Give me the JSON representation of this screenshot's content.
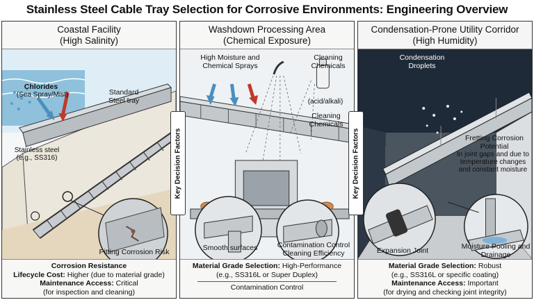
{
  "title": "Stainless Steel Cable Tray Selection for Corrosive Environments: Engineering Overview",
  "side_label": "Key Decision Factors",
  "panels": [
    {
      "heading_line1": "Coastal Facility",
      "heading_line2": "(High Salinity)",
      "labels": {
        "chlorides": "Chlorides",
        "sea_spray": "(Sea Spray/Mist)",
        "standard_tray": "Standard Steel tray",
        "stainless": "Stainless steel",
        "stainless_grade": "(e.g., SS316)",
        "pitting": "Pitting Corrosion Risk"
      },
      "footer": {
        "line1": "Corrosion Resistance",
        "line2_bold": "Lifecycle Cost:",
        "line2_rest": "Higher (due to material grade)",
        "line3_bold": "Maintenance Access:",
        "line3_rest": "Critical",
        "line4": "(for inspection and cleaning)"
      }
    },
    {
      "heading_line1": "Washdown Processing Area",
      "heading_line2": "(Chemical Exposure)",
      "labels": {
        "moisture": "High Moisture and Chemical Sprays",
        "cleaning_chem_top": "Cleaning Chemicals",
        "acid_alkali": "(acid/alkali)",
        "cleaning_chem_mid": "Cleaning Chemicals",
        "smooth": "Smooth surfaces",
        "contamination": "Contamination Control Cleaning Efficiency"
      },
      "footer": {
        "line1_bold": "Material Grade Selection:",
        "line1_rest": "High-Performance",
        "line2": "(e.g., SS316L or Super Duplex)",
        "line3": "Contamination Control"
      }
    },
    {
      "heading_line1": "Condensation-Prone Utility Corridor",
      "heading_line2": "(High Humidity)",
      "labels": {
        "droplets": "Condensation Droplets",
        "fretting_title": "Fretting Corrosion Potential",
        "fretting_desc": "In joint gaps and due to temperature changes and constant moisture",
        "expansion": "Expansion Joint",
        "pooling": "Moisture Pooling and Drainage"
      },
      "footer": {
        "line1_bold": "Material Grade Selection:",
        "line1_rest": "Robust",
        "line2": "(e.g., SS316L or specific coating)",
        "line3_bold": "Maintenance Access:",
        "line3_rest": "Important",
        "line4": "(for drying and checking joint integrity)"
      }
    }
  ]
}
